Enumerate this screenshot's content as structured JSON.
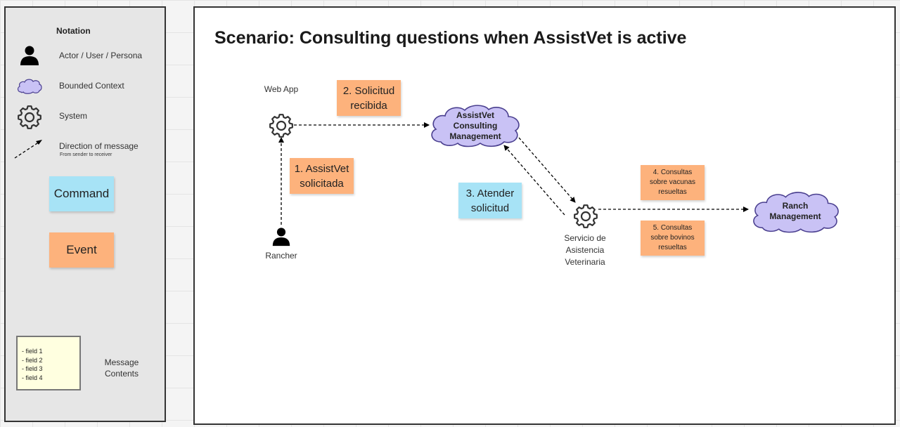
{
  "legend": {
    "title": "Notation",
    "actor_label": "Actor / User / Persona",
    "bounded_context_label": "Bounded Context",
    "system_label": "System",
    "direction_label": "Direction of message",
    "direction_sub": "From sender to receiver",
    "command_label": "Command",
    "event_label": "Event",
    "fields": [
      "- field 1",
      "- field 2",
      "- field 3",
      "- field 4"
    ],
    "message_contents_label": "Message Contents"
  },
  "scenario": {
    "title": "Scenario: Consulting questions when AssistVet is active",
    "web_app": "Web App",
    "rancher": "Rancher",
    "service": "Servicio de Asistencia Veterinaria",
    "bc_consulting": "AssistVet Consulting Management",
    "bc_ranch": "Ranch Management",
    "event_1": "1. AssistVet solicitada",
    "event_2": "2. Solicitud recibida",
    "command_3": "3. Atender solicitud",
    "event_4": "4. Consultas sobre vacunas resueltas",
    "event_5": "5. Consultas sobre bovinos resueltas"
  },
  "colors": {
    "command": "#a7e3f6",
    "event": "#fdb27c",
    "bounded_context": "#c9c2f5",
    "bounded_context_border": "#4a3f8f",
    "message_note": "#ffffe0"
  },
  "icons": {
    "actor": "person-icon",
    "bounded_context": "cloud-icon",
    "system": "gear-icon",
    "message_direction": "dashed-arrow-icon"
  }
}
